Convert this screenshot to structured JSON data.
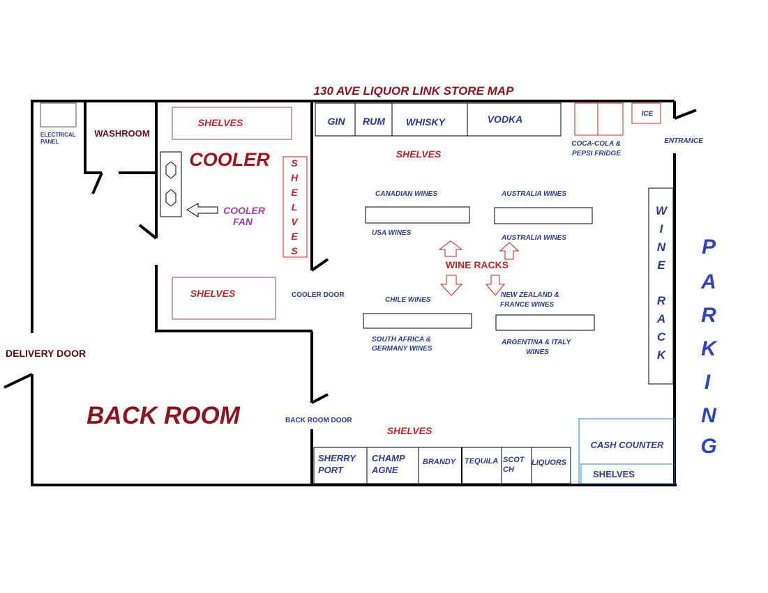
{
  "title": "130 AVE LIQUOR LINK STORE MAP",
  "colors": {
    "wall": "#000000",
    "red": "#c0262c",
    "dark_red": "#8b1520",
    "blue": "#2e3a8c",
    "purple": "#a040a8",
    "teal": "#2a7cc4"
  },
  "rooms": {
    "electrical_panel": [
      "ELECTRICAL",
      "PANEL"
    ],
    "washroom": "WASHROOM",
    "cooler": "COOLER",
    "cooler_fan": [
      "COOLER",
      "FAN"
    ],
    "back_room": "BACK ROOM",
    "cash_counter": "CASH COUNTER"
  },
  "doors": {
    "delivery": "DELIVERY DOOR",
    "cooler": "COOLER DOOR",
    "back_room": "BACK ROOM DOOR",
    "entrance": "ENTRANCE"
  },
  "shelves": {
    "label": "SHELVES",
    "vertical": [
      "S",
      "H",
      "E",
      "L",
      "V",
      "E",
      "S"
    ],
    "top_spirits": [
      "GIN",
      "RUM",
      "WHISKY",
      "VODKA"
    ],
    "bottom_spirits": [
      [
        "SHERRY",
        "PORT"
      ],
      [
        "CHAMP",
        "AGNE"
      ],
      [
        "BRANDY"
      ],
      [
        "TEQUILA"
      ],
      [
        "SCOT",
        "CH"
      ],
      [
        "LIQUORS"
      ]
    ]
  },
  "fridge": [
    "COCA-COLA &",
    "PEPSI FRIDGE"
  ],
  "ice": "ICE",
  "wine_racks": {
    "label": "WINE RACKS",
    "canadian": "CANADIAN WINES",
    "australia_top": "AUSTRALIA WINES",
    "usa": "USA WINES",
    "australia_bottom": "AUSTRALIA WINES",
    "chile": "CHILE WINES",
    "new_zealand_france": [
      "NEW ZEALAND &",
      "FRANCE WINES"
    ],
    "south_africa_germany": [
      "SOUTH AFRICA &",
      "GERMANY WINES"
    ],
    "argentina_italy": [
      "ARGENTINA & ITALY",
      "WINES"
    ]
  },
  "wine_rack_vertical": [
    "W",
    "I",
    "N",
    "E",
    "R",
    "A",
    "C",
    "K"
  ],
  "parking": [
    "P",
    "A",
    "R",
    "K",
    "I",
    "N",
    "G"
  ]
}
